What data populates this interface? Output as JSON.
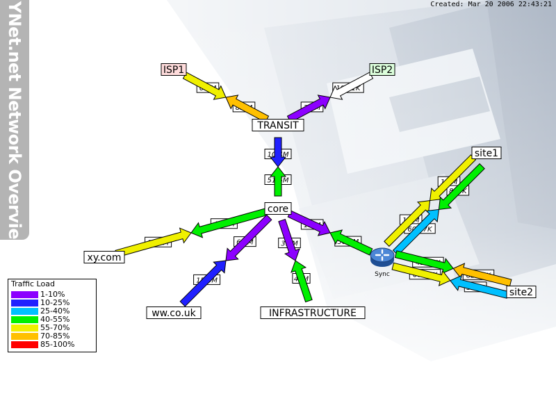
{
  "title": "MYNet.net Network Overview",
  "created": "Created: Mar 20 2006 22:43:21",
  "colors": {
    "1-10": "#8c00ff",
    "10-25": "#2020ff",
    "25-40": "#00c0ff",
    "40-55": "#00f000",
    "55-70": "#f0f000",
    "70-85": "#ffc000",
    "85-100": "#ff0000",
    "none": "#ffffff"
  },
  "legend": {
    "title": "Traffic Load",
    "items": [
      {
        "label": "1-10%",
        "color": "#8c00ff"
      },
      {
        "label": "10-25%",
        "color": "#2020ff"
      },
      {
        "label": "25-40%",
        "color": "#00c0ff"
      },
      {
        "label": "40-55%",
        "color": "#00f000"
      },
      {
        "label": "55-70%",
        "color": "#f0f000"
      },
      {
        "label": "70-85%",
        "color": "#ffc000"
      },
      {
        "label": "85-100%",
        "color": "#ff0000"
      }
    ]
  },
  "nodes": [
    {
      "id": "ISP1",
      "label": "ISP1",
      "bg": "#ffdcdc"
    },
    {
      "id": "ISP2",
      "label": "ISP2",
      "bg": "#dcffdc"
    },
    {
      "id": "TRANSIT",
      "label": "TRANSIT",
      "bg": "#ffffff"
    },
    {
      "id": "core",
      "label": "core",
      "bg": "#ffffff"
    },
    {
      "id": "xy",
      "label": "xy.com",
      "bg": "#ffffff"
    },
    {
      "id": "ww",
      "label": "ww.co.uk",
      "bg": "#ffffff"
    },
    {
      "id": "INFRA",
      "label": "INFRASTRUCTURE",
      "bg": "#ffffff"
    },
    {
      "id": "Sync",
      "label": "Sync",
      "bg": "none",
      "icon": "router-icon"
    },
    {
      "id": "site1",
      "label": "site1",
      "bg": "#ffffff"
    },
    {
      "id": "site2",
      "label": "site2",
      "bg": "#ffffff"
    }
  ],
  "links": [
    {
      "id": "isp1-transit",
      "a": "ISP1",
      "b": "TRANSIT",
      "ab": {
        "value": "6.1M",
        "color": "#f0f000"
      },
      "ba": {
        "value": "8.1M",
        "color": "#ffc000"
      }
    },
    {
      "id": "isp2-transit",
      "a": "ISP2",
      "b": "TRANSIT",
      "ab": {
        "value": "196.1K",
        "color": "#ffffff"
      },
      "ba": {
        "value": "2.3M",
        "color": "#8c00ff"
      }
    },
    {
      "id": "transit-core",
      "a": "TRANSIT",
      "b": "core",
      "ab": {
        "value": "10.4M",
        "color": "#2020ff"
      },
      "ba": {
        "value": "51.5M",
        "color": "#00f000"
      }
    },
    {
      "id": "xy-core",
      "a": "xy",
      "b": "core",
      "ab": {
        "value": "57.4M",
        "color": "#f0f000"
      },
      "ba": {
        "value": "41.3M",
        "color": "#00f000"
      }
    },
    {
      "id": "ww-core",
      "a": "ww",
      "b": "core",
      "ab": {
        "value": "15.5M",
        "color": "#2020ff"
      },
      "ba": {
        "value": "6.3M",
        "color": "#8c00ff"
      }
    },
    {
      "id": "infra-core",
      "a": "INFRA",
      "b": "core",
      "ab": {
        "value": "47M",
        "color": "#00f000"
      },
      "ba": {
        "value": "3.1M",
        "color": "#8c00ff"
      }
    },
    {
      "id": "sync-core",
      "a": "Sync",
      "b": "core",
      "ab": {
        "value": "50.6M",
        "color": "#00f000"
      },
      "ba": {
        "value": "1.2M",
        "color": "#8c00ff"
      }
    },
    {
      "id": "sync-site1-a",
      "a": "Sync",
      "b": "site1",
      "ab": {
        "value": "1.2M",
        "color": "#f0f000"
      },
      "ba": {
        "value": "1.3M",
        "color": "#f0f000"
      }
    },
    {
      "id": "sync-site1-b",
      "a": "Sync",
      "b": "site1",
      "ab": {
        "value": "604.7K",
        "color": "#00c0ff"
      },
      "ba": {
        "value": "895K",
        "color": "#00f000"
      }
    },
    {
      "id": "sync-site2-a",
      "a": "Sync",
      "b": "site2",
      "ab": {
        "value": "435.9K",
        "color": "#00f000"
      },
      "ba": {
        "value": "827.8K",
        "color": "#ffc000"
      }
    },
    {
      "id": "sync-site2-b",
      "a": "Sync",
      "b": "site2",
      "ab": {
        "value": "601.8K",
        "color": "#f0f000"
      },
      "ba": {
        "value": "390K",
        "color": "#00c0ff"
      }
    }
  ]
}
